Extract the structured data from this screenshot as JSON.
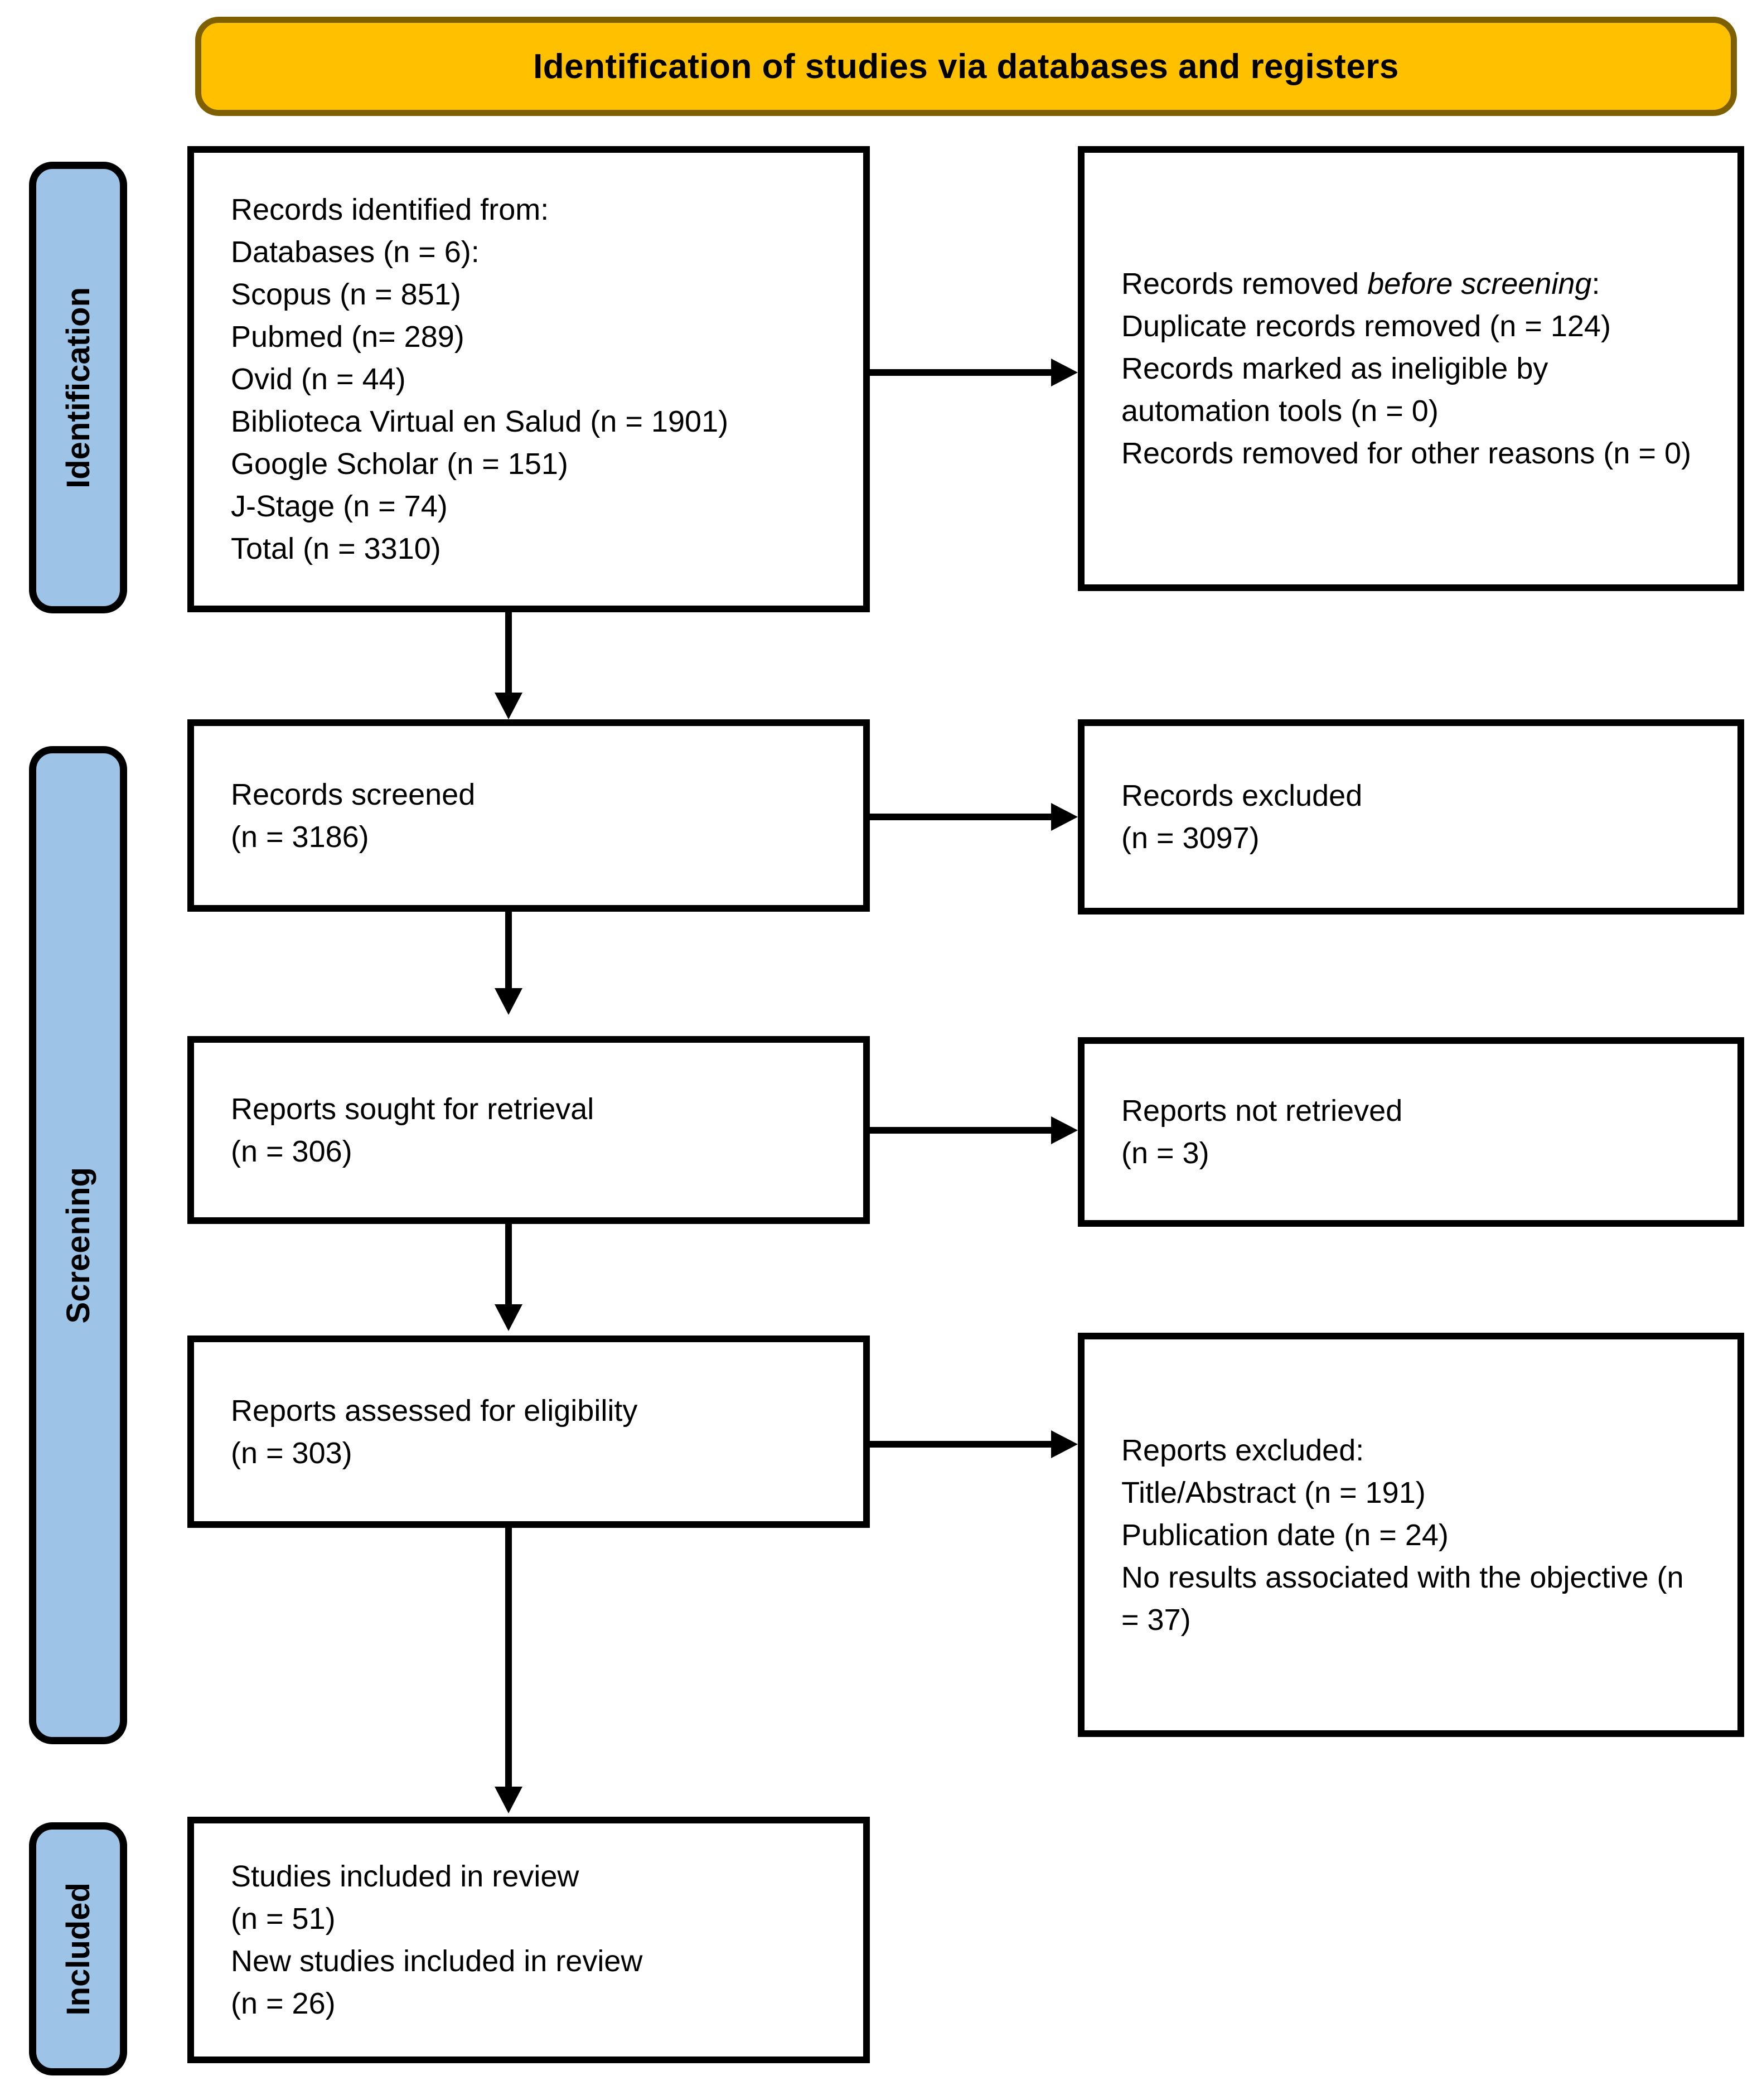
{
  "title": "Identification of studies via databases and registers",
  "stages": {
    "identification": "Identification",
    "screening": "Screening",
    "included": "Included"
  },
  "boxes": {
    "records_identified": {
      "lines": [
        "Records identified from:",
        "Databases (n = 6):",
        "Scopus (n = 851)",
        "Pubmed (n= 289)",
        "Ovid (n = 44)",
        "Biblioteca Virtual en Salud (n = 1901)",
        "Google Scholar (n = 151)",
        "J-Stage (n = 74)",
        "Total (n = 3310)"
      ]
    },
    "records_removed": {
      "lead_regular": "Records removed ",
      "lead_italic": "before screening",
      "lead_suffix": ":",
      "lines": [
        "Duplicate records removed (n = 124)",
        "Records marked as ineligible by automation tools (n = 0)",
        "Records removed for other reasons (n = 0)"
      ]
    },
    "records_screened": {
      "lines": [
        "Records screened",
        "(n = 3186)"
      ]
    },
    "records_excluded": {
      "lines": [
        "Records excluded",
        "(n = 3097)"
      ]
    },
    "reports_sought": {
      "lines": [
        "Reports sought for retrieval",
        "(n = 306)"
      ]
    },
    "reports_not_retrieved": {
      "lines": [
        "Reports not retrieved",
        "(n = 3)"
      ]
    },
    "reports_assessed": {
      "lines": [
        "Reports assessed for eligibility",
        "(n = 303)"
      ]
    },
    "reports_excluded": {
      "lines": [
        "Reports excluded:",
        "Title/Abstract (n = 191)",
        "Publication date (n = 24)",
        "No results associated with the objective (n = 37)"
      ]
    },
    "studies_included": {
      "lines": [
        "Studies included in review",
        "(n = 51)",
        "New studies included in review",
        "(n = 26)"
      ]
    }
  },
  "colors": {
    "banner_fill": "#FFC000",
    "banner_border": "#7F6000",
    "stage_fill": "#9DC3E6",
    "box_border": "#000000",
    "arrow": "#000000",
    "text": "#000000",
    "background": "#FFFFFF"
  }
}
